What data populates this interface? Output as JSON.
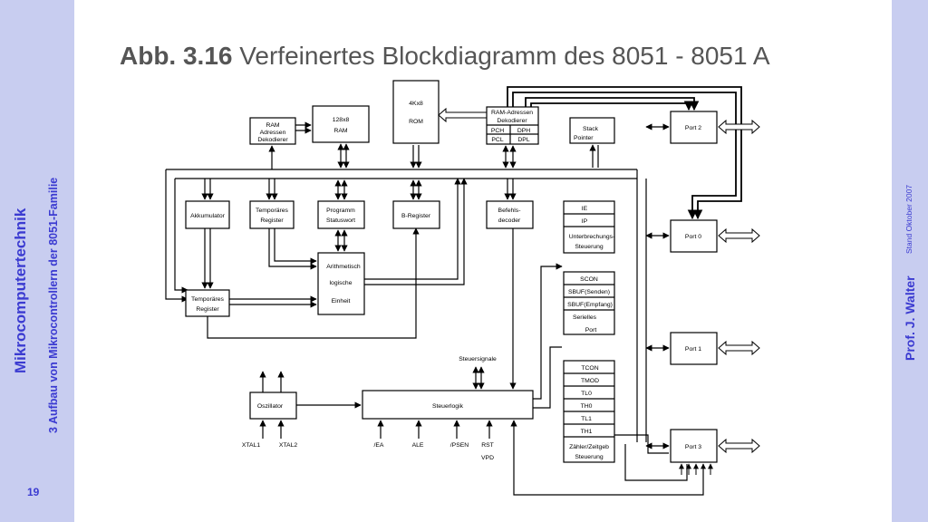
{
  "slide": {
    "course_title": "Mikrocomputertechnik",
    "chapter_title": "3 Aufbau von Mikrocontrollern der 8051-Familie",
    "page_number": "19",
    "author": "Prof. J. Walter",
    "date": "Stand Oktober 2007",
    "figure_number": "Abb. 3.16",
    "figure_title": "Verfeinertes Blockdiagramm des 8051 - 8051 A"
  },
  "diagram": {
    "ram_addr_dec": [
      "RAM",
      "Adressen",
      "Dekodierer"
    ],
    "ram": [
      "128x8",
      "RAM"
    ],
    "rom": [
      "4Kx8",
      "ROM"
    ],
    "ram_addr_dec2": [
      "RAM-Adressen",
      "Dekodierer"
    ],
    "pch": "PCH",
    "dph": "DPH",
    "pcl": "PCL",
    "dpl": "DPL",
    "stack_pointer": [
      "Stack",
      "Pointer"
    ],
    "accumulator": "Akkumulator",
    "temp_reg1": [
      "Temporäres",
      "Register"
    ],
    "psw": [
      "Programm",
      "Statuswort"
    ],
    "b_register": "B-Register",
    "instr_decoder": [
      "Befehls-",
      "decoder"
    ],
    "alu": [
      "Arithmetisch",
      "logische",
      "Einheit"
    ],
    "temp_reg2": [
      "Temporäres",
      "Register"
    ],
    "interrupt_block": [
      "IE",
      "IP",
      "Unterbrechungs-",
      "Steuerung"
    ],
    "serial_block": [
      "SCON",
      "SBUF(Senden)",
      "SBUF(Empfang)",
      "Serielles",
      "Port"
    ],
    "timer_block": [
      "TCON",
      "TMOD",
      "TL0",
      "TH0",
      "TL1",
      "TH1",
      "Zähler/Zeitgeb",
      "Steuerung"
    ],
    "port2": "Port 2",
    "port0": "Port 0",
    "port1": "Port 1",
    "port3": "Port 3",
    "oscillator": "Oszillator",
    "control_logic": "Steuerlogik",
    "control_signals": "Steuersignale",
    "xtal1": "XTAL1",
    "xtal2": "XTAL2",
    "ea": "/EA",
    "ale": "ALE",
    "psen": "/PSEN",
    "rst": "RST",
    "vpd": "VPD"
  }
}
